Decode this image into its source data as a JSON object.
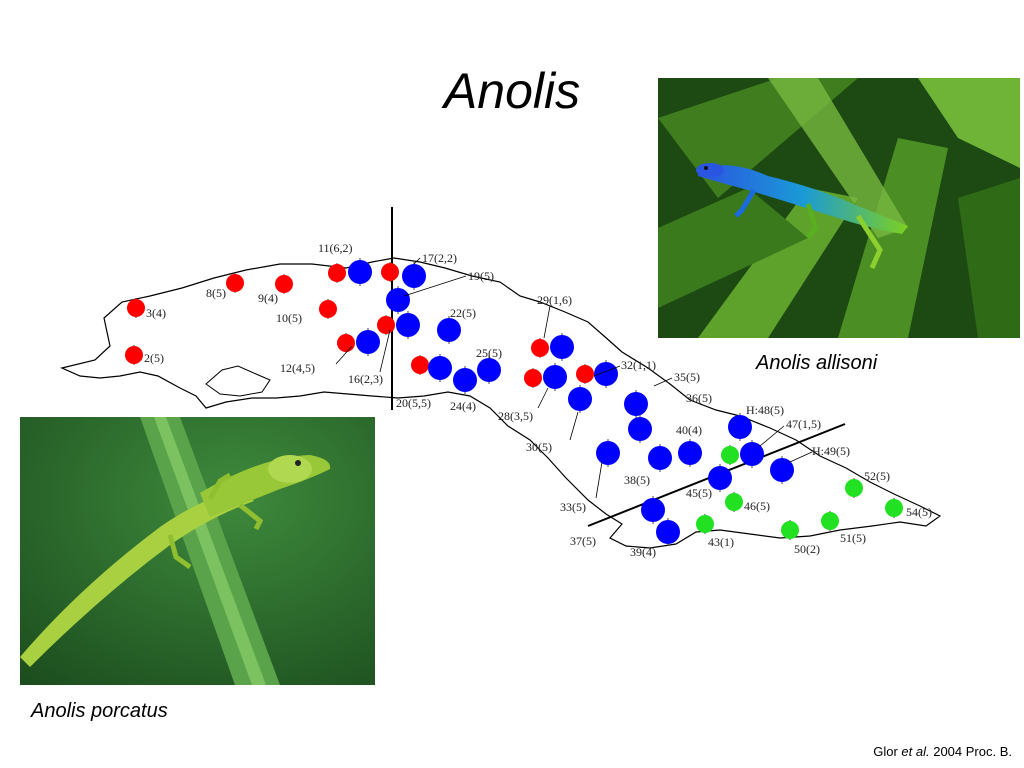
{
  "slide": {
    "title": "Anolis",
    "caption_right": "Anolis allisoni",
    "caption_left": "Anolis porcatus",
    "citation": {
      "author": "Glor ",
      "etal": "et al.",
      "rest": " 2004 Proc. B."
    }
  },
  "photos": [
    {
      "name": "photo-anolis-allisoni",
      "subject": "blue and green lizard on palm leaves"
    },
    {
      "name": "photo-anolis-porcatus",
      "subject": "green lizard on a green leaf"
    }
  ],
  "map": {
    "colors": {
      "red": "#ff0000",
      "blue": "#0000ff",
      "green": "#22e022",
      "outline": "#000000"
    },
    "sites": [
      {
        "label": "3(4)",
        "color": "red"
      },
      {
        "label": "2(5)",
        "color": "red"
      },
      {
        "label": "8(5)",
        "color": "red"
      },
      {
        "label": "9(4)",
        "color": "red"
      },
      {
        "label": "10(5)",
        "color": "red"
      },
      {
        "label": "11(6,2)",
        "color": "red"
      },
      {
        "label": "12(4,5)",
        "color": "red"
      },
      {
        "label": "16(2,3)",
        "color": "red"
      },
      {
        "label": "17(2,2)",
        "color": "blue"
      },
      {
        "label": "19(5)",
        "color": "blue"
      },
      {
        "label": "20(5,5)",
        "color": "red"
      },
      {
        "label": "22(5)",
        "color": "blue"
      },
      {
        "label": "24(4)",
        "color": "blue"
      },
      {
        "label": "25(5)",
        "color": "blue"
      },
      {
        "label": "28(3,5)",
        "color": "red"
      },
      {
        "label": "29(1,6)",
        "color": "red"
      },
      {
        "label": "30(5)",
        "color": "blue"
      },
      {
        "label": "32(1,1)",
        "color": "red"
      },
      {
        "label": "33(5)",
        "color": "blue"
      },
      {
        "label": "35(5)",
        "color": "blue"
      },
      {
        "label": "36(5)",
        "color": "blue"
      },
      {
        "label": "37(5)",
        "color": "blue"
      },
      {
        "label": "38(5)",
        "color": "blue"
      },
      {
        "label": "39(4)",
        "color": "blue"
      },
      {
        "label": "40(4)",
        "color": "blue"
      },
      {
        "label": "43(1)",
        "color": "green"
      },
      {
        "label": "45(5)",
        "color": "blue"
      },
      {
        "label": "46(5)",
        "color": "green"
      },
      {
        "label": "47(1,5)",
        "color": "green"
      },
      {
        "label": "H:48(5)",
        "color": "blue"
      },
      {
        "label": "H:49(5)",
        "color": "blue"
      },
      {
        "label": "50(2)",
        "color": "green"
      },
      {
        "label": "51(5)",
        "color": "green"
      },
      {
        "label": "52(5)",
        "color": "green"
      },
      {
        "label": "54(5)",
        "color": "green"
      }
    ]
  }
}
